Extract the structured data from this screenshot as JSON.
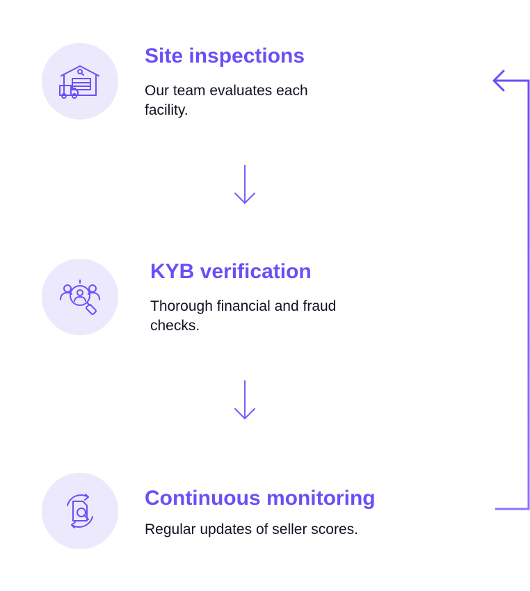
{
  "colors": {
    "accent": "#6a4ff6",
    "icon_bg": "#ece9fd",
    "text": "#111122",
    "arrow": "#7b62f7"
  },
  "steps": [
    {
      "icon": "warehouse-truck-icon",
      "title": "Site inspections",
      "description": "Our team evaluates each facility."
    },
    {
      "icon": "user-search-icon",
      "title": "KYB verification",
      "description": "Thorough financial and fraud checks."
    },
    {
      "icon": "document-refresh-search-icon",
      "title": "Continuous monitoring",
      "description": "Regular updates of seller scores."
    }
  ]
}
